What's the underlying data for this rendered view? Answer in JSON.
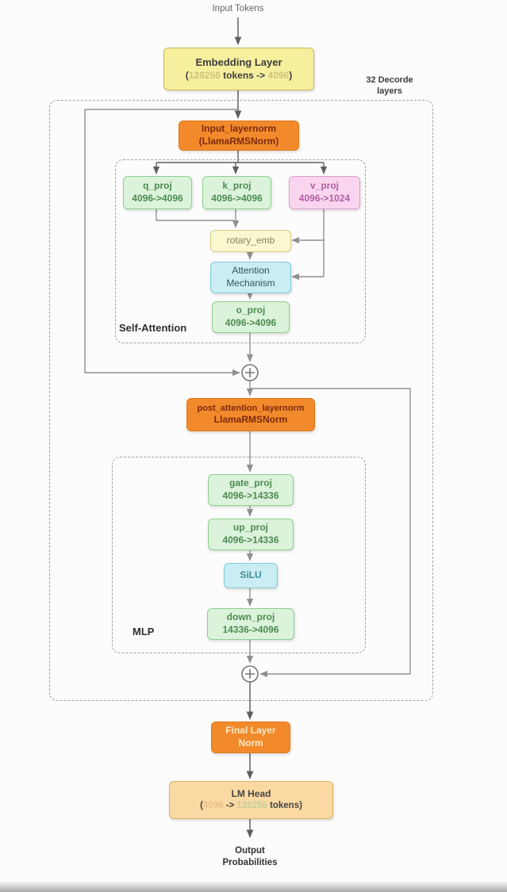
{
  "palette": {
    "orange_bg": "#f28a2b",
    "orange_border": "#e0771a",
    "orange_text": "#7c2a10",
    "green_bg": "#daf3da",
    "green_border": "#8fce8f",
    "green_text": "#4f8a52",
    "pink_bg": "#fad5ef",
    "pink_border": "#dd9ccd",
    "pink_text": "#b160a2",
    "embedding_bg": "#f6ef9e",
    "embedding_border": "#c9ba5a",
    "rotary_bg": "#fbf7cf",
    "rotary_border": "#d6cd85",
    "cyan_bg": "#c9edf2",
    "cyan_border": "#84ccd8",
    "lm_head_bg": "#fbd9a2",
    "lm_head_border": "#e2b165",
    "wire_gray": "#909090",
    "wire_dark": "#5f5f5f"
  },
  "labels": {
    "input_tokens": "Input Tokens",
    "decoder_note": {
      "line1": "32 Decorde",
      "line2": "layers"
    },
    "self_attention": "Self-Attention",
    "mlp": "MLP",
    "output": {
      "line1": "Output",
      "line2": "Probabilities"
    }
  },
  "nodes": {
    "embedding": {
      "title": "Embedding Layer",
      "sub_open": "(",
      "sub_num1": "128256",
      "sub_mid": " tokens -> ",
      "sub_num2": "4096",
      "sub_close": ")"
    },
    "input_layernorm": {
      "line1": "Input_layernorm",
      "line2": "(LlamaRMSNorm)"
    },
    "q_proj": {
      "line1": "q_proj",
      "line2": "4096->4096"
    },
    "k_proj": {
      "line1": "k_proj",
      "line2": "4096->4096"
    },
    "v_proj": {
      "line1": "v_proj",
      "line2": "4096->1024"
    },
    "rotary_emb": {
      "line1": "rotary_emb"
    },
    "attention": {
      "line1": "Attention",
      "line2": "Mechanism"
    },
    "o_proj": {
      "line1": "o_proj",
      "line2": "4096->4096"
    },
    "post_attention_layernorm": {
      "line1": "post_attention_layernorm",
      "line2": "LlamaRMSNorm"
    },
    "gate_proj": {
      "line1": "gate_proj",
      "line2": "4096->14336"
    },
    "up_proj": {
      "line1": "up_proj",
      "line2": "4096->14336"
    },
    "silu": {
      "line1": "SiLU"
    },
    "down_proj": {
      "line1": "down_proj",
      "line2": "14336->4096"
    },
    "final_layer_norm": {
      "line1": "Final Layer",
      "line2": "Norm"
    },
    "lm_head": {
      "title": "LM Head",
      "sub_open": "(",
      "sub_num1": "4096",
      "sub_mid": " -> ",
      "sub_num2": "128256",
      "sub_close": " tokens)"
    }
  }
}
